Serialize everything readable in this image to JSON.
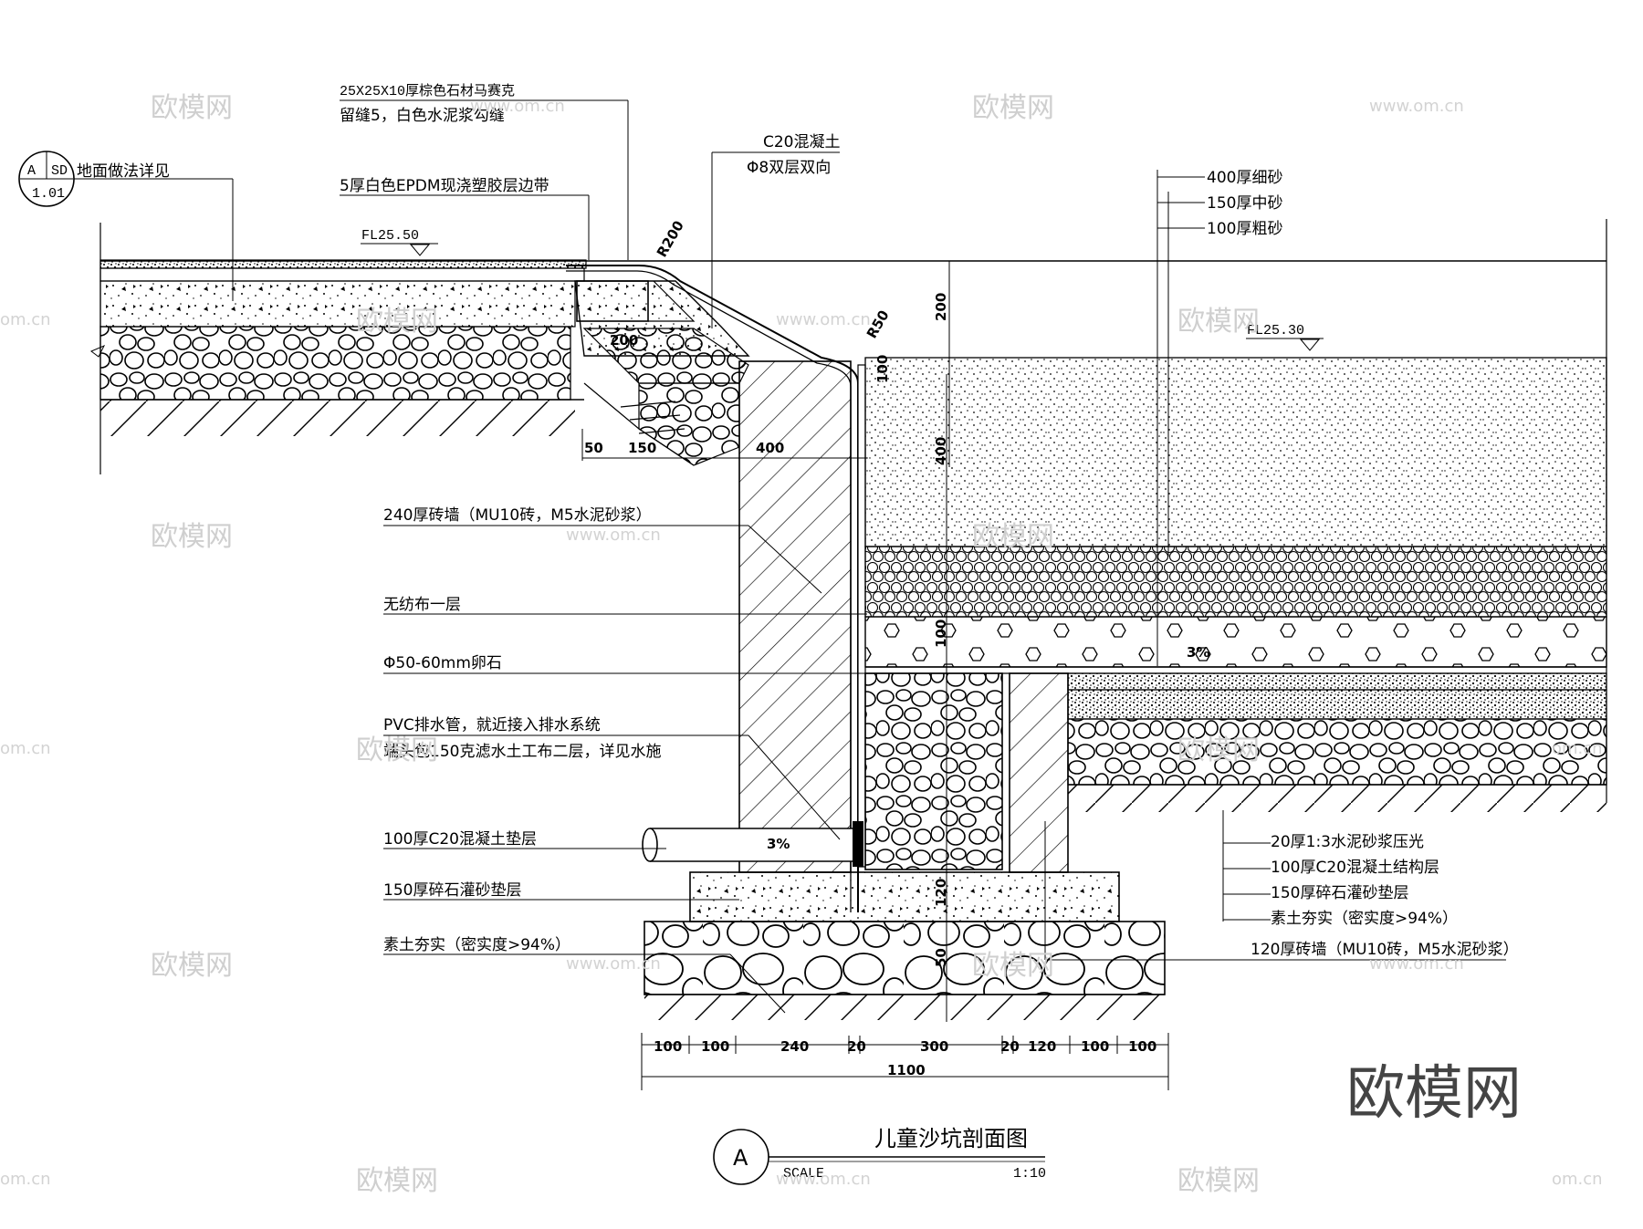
{
  "title": "儿童沙坑剖面图",
  "section_id": "A",
  "scale_label": "SCALE",
  "scale_value": "1:10",
  "reference": {
    "letter": "A",
    "sheet": "SD",
    "number": "1.01",
    "text": "地面做法详见"
  },
  "top_labels": [
    "25X25X10厚棕色石材马赛克",
    "留缝5，白色水泥浆勾缝",
    "5厚白色EPDM现浇塑胶层边带",
    "C20混凝土",
    "Φ8双层双向"
  ],
  "sand_labels": [
    "400厚细砂",
    "150厚中砂",
    "100厚粗砂"
  ],
  "left_labels": [
    "240厚砖墙（MU10砖，M5水泥砂浆）",
    "无纺布一层",
    "Φ50-60mm卵石",
    "PVC排水管，就近接入排水系统",
    "端头包150克滤水土工布二层，详见水施",
    "100厚C20混凝土垫层",
    "150厚碎石灌砂垫层",
    "素土夯实（密实度>94%）"
  ],
  "right_labels": [
    "20厚1:3水泥砂浆压光",
    "100厚C20混凝土结构层",
    "150厚碎石灌砂垫层",
    "素土夯实（密实度>94%）",
    "120厚砖墙（MU10砖，M5水泥砂浆）"
  ],
  "levels": [
    "FL25.50",
    "FL25.30"
  ],
  "radii": [
    "R200",
    "R50"
  ],
  "dims_small": [
    "200",
    "50",
    "150",
    "400",
    "200",
    "100",
    "400",
    "100",
    "3%",
    "3%",
    "120",
    "50"
  ],
  "bottom_dims": [
    "100",
    "100",
    "240",
    "20",
    "300",
    "20",
    "120",
    "100",
    "100"
  ],
  "total_dim": "1100",
  "watermarks": {
    "brand": "欧模网",
    "url": "www.om.cn",
    "cn": "om.cn"
  }
}
